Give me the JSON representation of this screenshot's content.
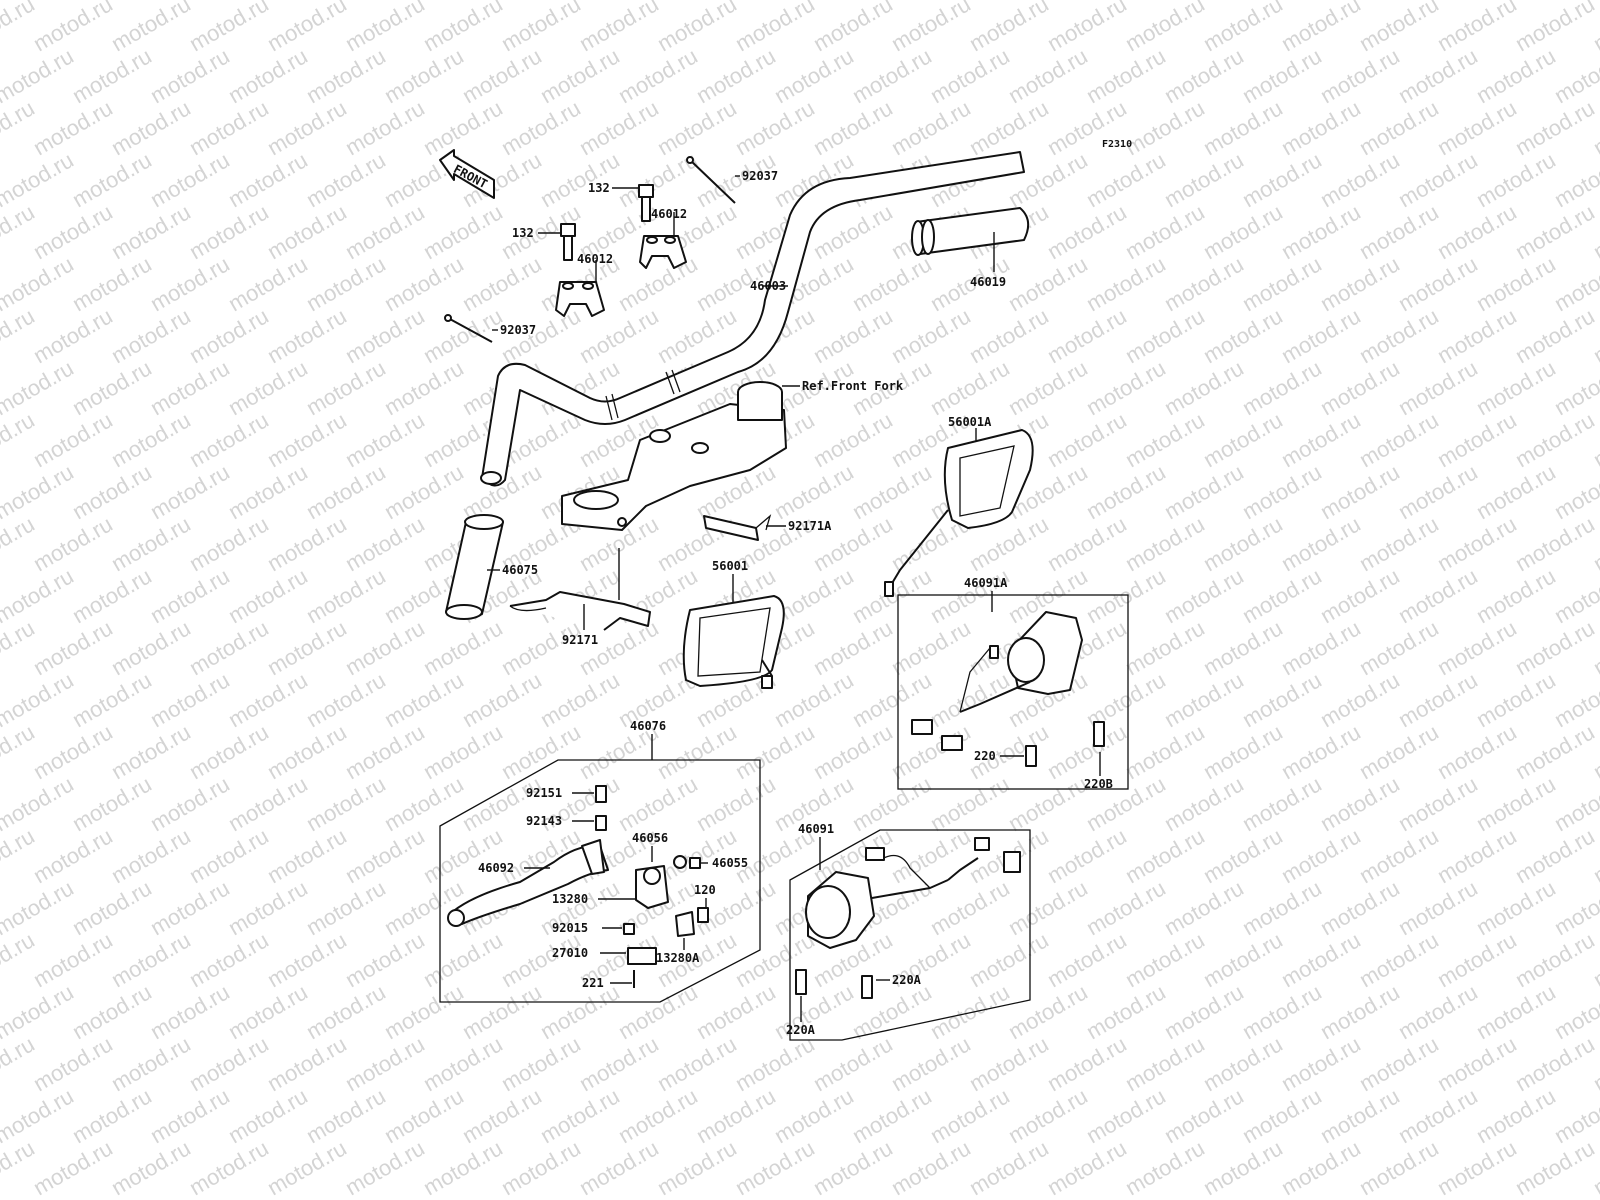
{
  "figure_code": "F2310",
  "front_label": "FRONT",
  "watermark": "motod.ru",
  "parts": {
    "bolt_132_right": "132",
    "bolt_132_left": "132",
    "clamp_46012_right": "46012",
    "clamp_46012_left": "46012",
    "band_92037_right": "92037",
    "band_92037_left": "92037",
    "handlebar": "46003",
    "grip_right": "46019",
    "grip_left": "46075",
    "front_fork_ref": "Ref.Front Fork",
    "bracket_92171a": "92171A",
    "bracket_92171": "92171",
    "mirror_right": "56001A",
    "mirror_left": "56001",
    "switch_right": "46091A",
    "screw_220": "220",
    "screw_220b": "220B",
    "lever_assy": "46076",
    "bolt_92151": "92151",
    "collar_92143": "92143",
    "lever_46092": "46092",
    "part_46056": "46056",
    "part_46055": "46055",
    "holder_13280": "13280",
    "part_120": "120",
    "nut_92015": "92015",
    "switch_27010": "27010",
    "holder_13280a": "13280A",
    "screw_221": "221",
    "switch_left": "46091",
    "screw_220a_top": "220A",
    "screw_220a_bottom": "220A"
  }
}
